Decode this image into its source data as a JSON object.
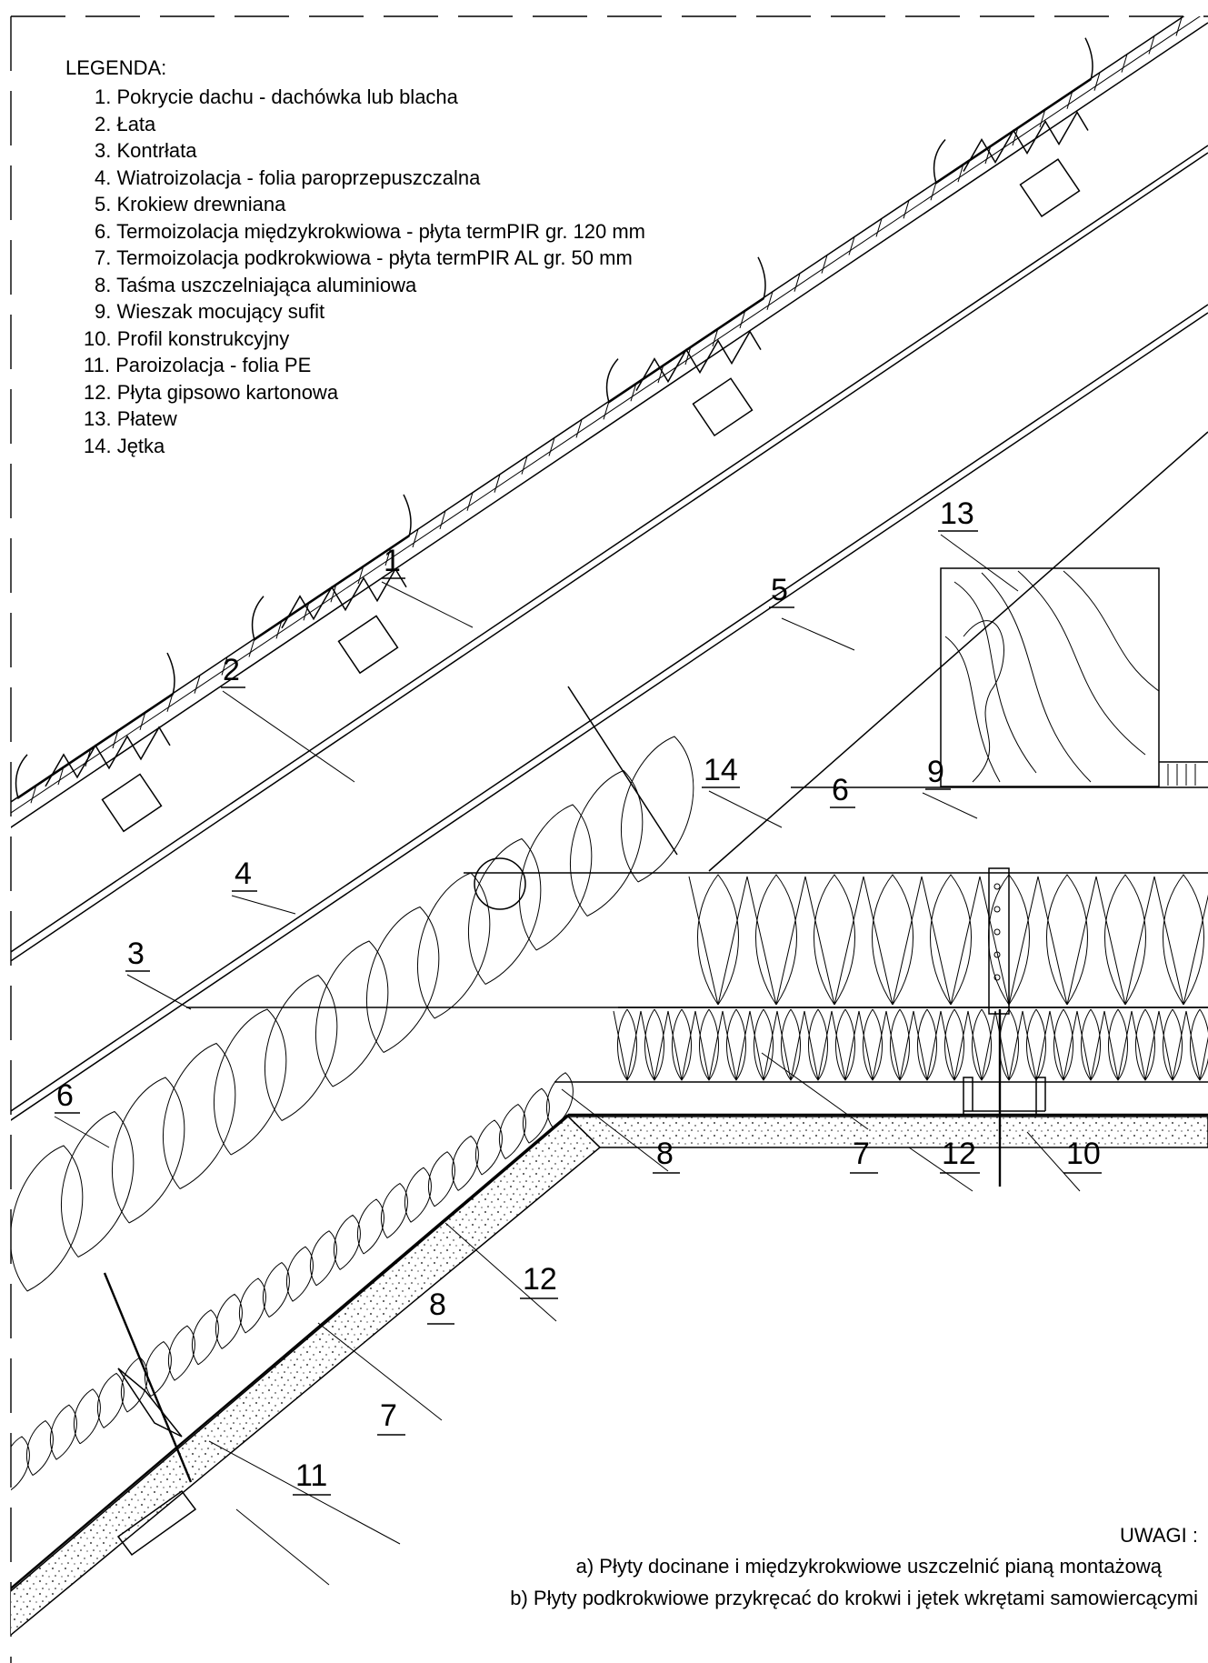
{
  "legend": {
    "title": "LEGENDA:",
    "items": [
      "1. Pokrycie dachu - dachówka lub blacha",
      "2. Łata",
      "3. Kontrłata",
      "4. Wiatroizolacja - folia paroprzepuszczalna",
      "5. Krokiew drewniana",
      "6. Termoizolacja międzykrokwiowa - płyta termPIR gr. 120 mm",
      "7. Termoizolacja podkrokwiowa - płyta termPIR AL gr. 50 mm",
      "8. Taśma uszczelniająca aluminiowa",
      "9. Wieszak mocujący sufit",
      "10. Profil konstrukcyjny",
      "11. Paroizolacja - folia PE",
      "12. Płyta gipsowo kartonowa",
      "13. Płatew",
      "14. Jętka"
    ]
  },
  "callouts": [
    {
      "id": "c1",
      "text": "1"
    },
    {
      "id": "c2",
      "text": "2"
    },
    {
      "id": "c3",
      "text": "3"
    },
    {
      "id": "c4",
      "text": "4"
    },
    {
      "id": "c5",
      "text": "5"
    },
    {
      "id": "c6a",
      "text": "6"
    },
    {
      "id": "c6b",
      "text": "6"
    },
    {
      "id": "c7a",
      "text": "7"
    },
    {
      "id": "c7b",
      "text": "7"
    },
    {
      "id": "c8a",
      "text": "8"
    },
    {
      "id": "c8b",
      "text": "8"
    },
    {
      "id": "c9",
      "text": "9"
    },
    {
      "id": "c10",
      "text": "10"
    },
    {
      "id": "c11",
      "text": "11"
    },
    {
      "id": "c12a",
      "text": "12"
    },
    {
      "id": "c12b",
      "text": "12"
    },
    {
      "id": "c13",
      "text": "13"
    },
    {
      "id": "c14",
      "text": "14"
    }
  ],
  "notes": {
    "title": "UWAGI :",
    "a": "a) Płyty docinane i międzykrokwiowe uszczelnić pianą montażową",
    "b": "b) Płyty podkrokwiowe przykręcać do krokwi i jętek wkrętami samowiercącymi"
  }
}
